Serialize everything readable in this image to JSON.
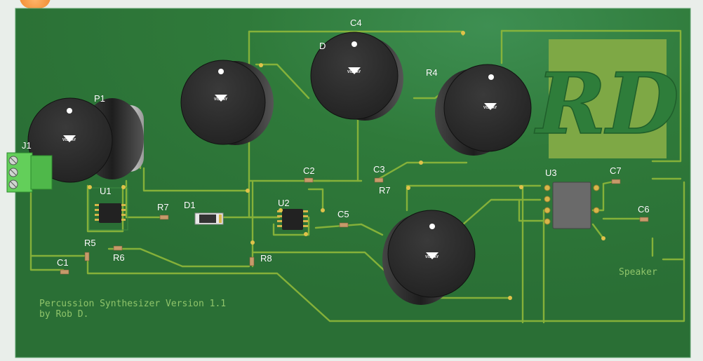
{
  "board": {
    "colors": {
      "substrate": "#2f7a3a",
      "trace": "#8fb83a",
      "silkscreen": "#ffffff",
      "pad": "#d8b64a",
      "knob": "#2c2c2c",
      "logo_bg": "#7ea845",
      "logo_ink": "#2e7d3a",
      "terminal": "#63cf5a"
    },
    "designators": {
      "c4": "C4",
      "d_partial": "D",
      "r4": "R4",
      "p1": "P1",
      "j1": "J1",
      "u1": "U1",
      "r7a": "R7",
      "d1": "D1",
      "u2": "U2",
      "c2": "C2",
      "c3": "C3",
      "r7b": "R7",
      "c5": "C5",
      "u3": "U3",
      "c7": "C7",
      "c6": "C6",
      "r5": "R5",
      "r6": "R6",
      "c1": "C1",
      "r8": "R8"
    },
    "knob_brand": "VISHAY",
    "silk_text": {
      "speaker": "Speaker",
      "title_line1": "Percussion Synthesizer Version 1.1",
      "title_line2": "by Rob D."
    },
    "logo": "RD"
  }
}
